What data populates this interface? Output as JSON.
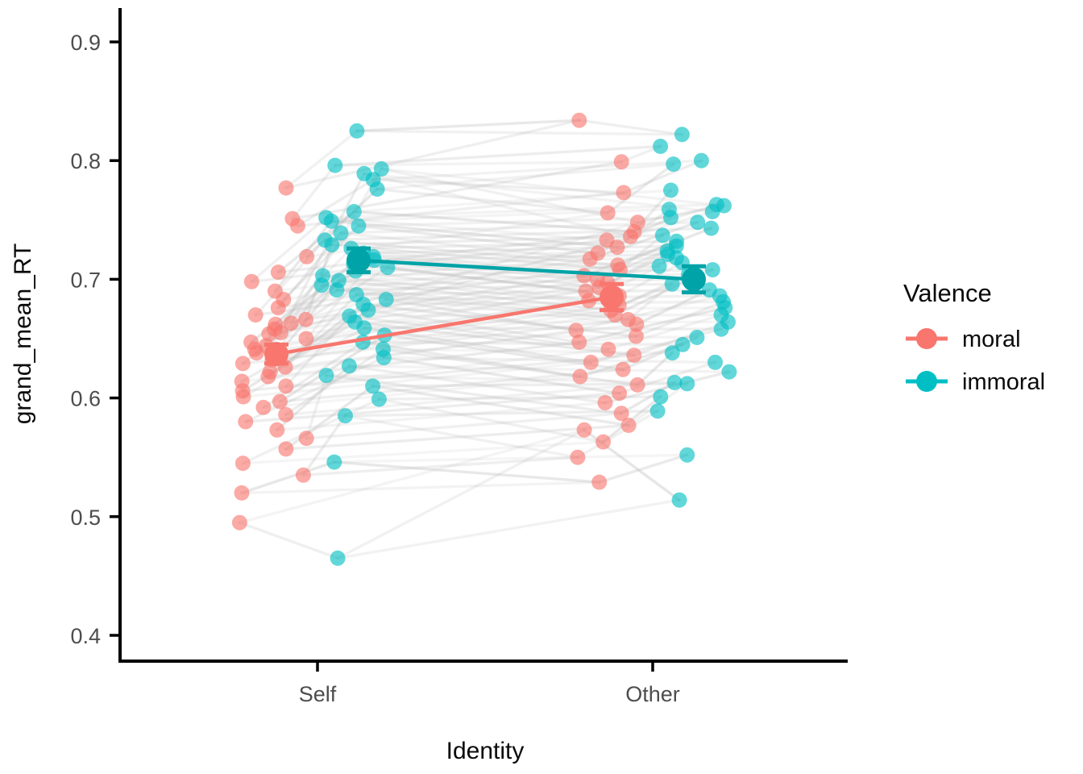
{
  "chart_data": {
    "type": "scatter",
    "title": "",
    "xlabel": "Identity",
    "ylabel": "grand_mean_RT",
    "categories": [
      "Self",
      "Other"
    ],
    "x_tick_labels": [
      "Self",
      "Other"
    ],
    "y_tick_labels": [
      "0.4",
      "0.5",
      "0.6",
      "0.7",
      "0.8",
      "0.9"
    ],
    "y_tick_values": [
      0.4,
      0.5,
      0.6,
      0.7,
      0.8,
      0.9
    ],
    "ylim": [
      0.38,
      0.93
    ],
    "grid": false,
    "legend": {
      "title": "Valence",
      "position": "right",
      "entries": [
        {
          "label": "moral",
          "color": "#F8766D"
        },
        {
          "label": "immoral",
          "color": "#00BFC4"
        }
      ]
    },
    "series": [
      {
        "name": "moral",
        "color": "#F8766D",
        "means": [
          {
            "x": "Self",
            "value": 0.637,
            "ci_low": 0.629,
            "ci_high": 0.645
          },
          {
            "x": "Other",
            "value": 0.685,
            "ci_low": 0.674,
            "ci_high": 0.696
          }
        ]
      },
      {
        "name": "immoral",
        "color": "#00BFC4",
        "means": [
          {
            "x": "Self",
            "value": 0.716,
            "ci_low": 0.706,
            "ci_high": 0.726
          },
          {
            "x": "Other",
            "value": 0.7,
            "ci_low": 0.689,
            "ci_high": 0.711
          }
        ]
      }
    ],
    "subjects": [
      {
        "self_moral": 0.663,
        "other_moral": 0.748,
        "self_immoral": 0.793,
        "other_immoral": 0.762
      },
      {
        "self_moral": 0.655,
        "other_moral": 0.736,
        "self_immoral": 0.789,
        "other_immoral": 0.757
      },
      {
        "self_moral": 0.777,
        "other_moral": 0.834,
        "self_immoral": 0.825,
        "other_immoral": 0.822
      },
      {
        "self_moral": 0.751,
        "other_moral": 0.799,
        "self_immoral": 0.796,
        "other_immoral": 0.812
      },
      {
        "self_moral": 0.745,
        "other_moral": 0.773,
        "self_immoral": 0.784,
        "other_immoral": 0.8
      },
      {
        "self_moral": 0.719,
        "other_moral": 0.756,
        "self_immoral": 0.776,
        "other_immoral": 0.797
      },
      {
        "self_moral": 0.706,
        "other_moral": 0.74,
        "self_immoral": 0.757,
        "other_immoral": 0.775
      },
      {
        "self_moral": 0.698,
        "other_moral": 0.733,
        "self_immoral": 0.752,
        "other_immoral": 0.763
      },
      {
        "self_moral": 0.69,
        "other_moral": 0.727,
        "self_immoral": 0.749,
        "other_immoral": 0.759
      },
      {
        "self_moral": 0.683,
        "other_moral": 0.722,
        "self_immoral": 0.745,
        "other_immoral": 0.752
      },
      {
        "self_moral": 0.676,
        "other_moral": 0.717,
        "self_immoral": 0.739,
        "other_immoral": 0.748
      },
      {
        "self_moral": 0.67,
        "other_moral": 0.712,
        "self_immoral": 0.733,
        "other_immoral": 0.743
      },
      {
        "self_moral": 0.666,
        "other_moral": 0.708,
        "self_immoral": 0.729,
        "other_immoral": 0.737
      },
      {
        "self_moral": 0.662,
        "other_moral": 0.703,
        "self_immoral": 0.726,
        "other_immoral": 0.732
      },
      {
        "self_moral": 0.658,
        "other_moral": 0.7,
        "self_immoral": 0.722,
        "other_immoral": 0.728
      },
      {
        "self_moral": 0.654,
        "other_moral": 0.697,
        "self_immoral": 0.719,
        "other_immoral": 0.724
      },
      {
        "self_moral": 0.65,
        "other_moral": 0.693,
        "self_immoral": 0.716,
        "other_immoral": 0.721
      },
      {
        "self_moral": 0.647,
        "other_moral": 0.69,
        "self_immoral": 0.713,
        "other_immoral": 0.718
      },
      {
        "self_moral": 0.644,
        "other_moral": 0.686,
        "self_immoral": 0.71,
        "other_immoral": 0.714
      },
      {
        "self_moral": 0.641,
        "other_moral": 0.682,
        "self_immoral": 0.707,
        "other_immoral": 0.711
      },
      {
        "self_moral": 0.638,
        "other_moral": 0.678,
        "self_immoral": 0.703,
        "other_immoral": 0.708
      },
      {
        "self_moral": 0.635,
        "other_moral": 0.674,
        "self_immoral": 0.699,
        "other_immoral": 0.704
      },
      {
        "self_moral": 0.632,
        "other_moral": 0.67,
        "self_immoral": 0.695,
        "other_immoral": 0.7
      },
      {
        "self_moral": 0.629,
        "other_moral": 0.666,
        "self_immoral": 0.691,
        "other_immoral": 0.696
      },
      {
        "self_moral": 0.626,
        "other_moral": 0.662,
        "self_immoral": 0.687,
        "other_immoral": 0.691
      },
      {
        "self_moral": 0.622,
        "other_moral": 0.657,
        "self_immoral": 0.683,
        "other_immoral": 0.686
      },
      {
        "self_moral": 0.618,
        "other_moral": 0.652,
        "self_immoral": 0.679,
        "other_immoral": 0.681
      },
      {
        "self_moral": 0.614,
        "other_moral": 0.647,
        "self_immoral": 0.674,
        "other_immoral": 0.676
      },
      {
        "self_moral": 0.61,
        "other_moral": 0.641,
        "self_immoral": 0.669,
        "other_immoral": 0.67
      },
      {
        "self_moral": 0.606,
        "other_moral": 0.636,
        "self_immoral": 0.664,
        "other_immoral": 0.664
      },
      {
        "self_moral": 0.601,
        "other_moral": 0.63,
        "self_immoral": 0.659,
        "other_immoral": 0.658
      },
      {
        "self_moral": 0.597,
        "other_moral": 0.624,
        "self_immoral": 0.653,
        "other_immoral": 0.651
      },
      {
        "self_moral": 0.592,
        "other_moral": 0.618,
        "self_immoral": 0.647,
        "other_immoral": 0.645
      },
      {
        "self_moral": 0.586,
        "other_moral": 0.611,
        "self_immoral": 0.641,
        "other_immoral": 0.638
      },
      {
        "self_moral": 0.58,
        "other_moral": 0.604,
        "self_immoral": 0.634,
        "other_immoral": 0.63
      },
      {
        "self_moral": 0.573,
        "other_moral": 0.596,
        "self_immoral": 0.627,
        "other_immoral": 0.622
      },
      {
        "self_moral": 0.566,
        "other_moral": 0.587,
        "self_immoral": 0.619,
        "other_immoral": 0.613
      },
      {
        "self_moral": 0.557,
        "other_moral": 0.577,
        "self_immoral": 0.61,
        "other_immoral": 0.612
      },
      {
        "self_moral": 0.545,
        "other_moral": 0.563,
        "self_immoral": 0.599,
        "other_immoral": 0.601
      },
      {
        "self_moral": 0.535,
        "other_moral": 0.55,
        "self_immoral": 0.585,
        "other_immoral": 0.589
      },
      {
        "self_moral": 0.52,
        "other_moral": 0.529,
        "self_immoral": 0.546,
        "other_immoral": 0.552
      },
      {
        "self_moral": 0.495,
        "other_moral": 0.573,
        "self_immoral": 0.465,
        "other_immoral": 0.514
      }
    ]
  },
  "axis": {
    "x_title": "Identity",
    "y_title": "grand_mean_RT"
  },
  "legend": {
    "title": "Valence",
    "items": [
      {
        "label": "moral",
        "color": "#F8766D"
      },
      {
        "label": "immoral",
        "color": "#00BFC4"
      }
    ]
  },
  "style": {
    "moral_color": "#F8766D",
    "immoral_color": "#00BFC4",
    "moral_line_color": "#F8766D",
    "immoral_line_color": "#00A3A7",
    "subject_line_color": "#BFBFBF",
    "axis_color": "#000000",
    "tick_text_color": "#4D4D4D",
    "background": "#FFFFFF"
  }
}
